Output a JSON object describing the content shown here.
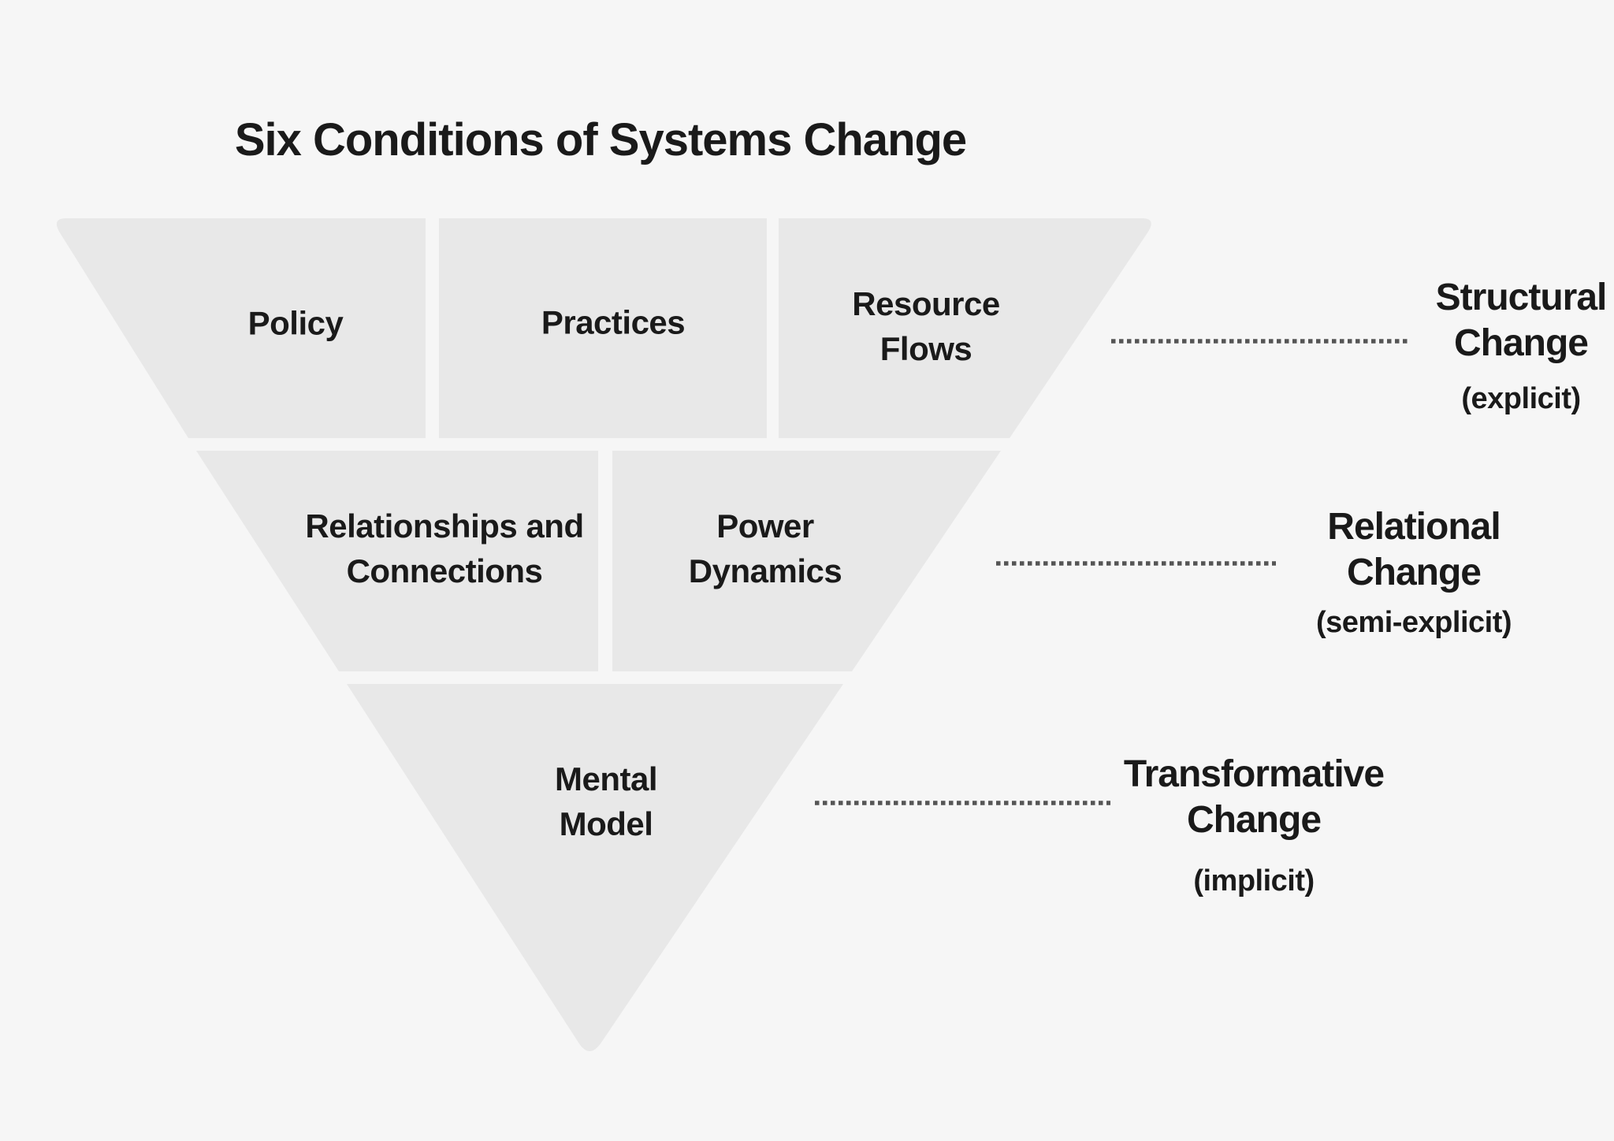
{
  "title": "Six Conditions of Systems Change",
  "colors": {
    "background": "#f6f6f6",
    "segment": "#e8e8e8",
    "text": "#1a1a1a",
    "dotted_line": "#555555"
  },
  "pyramid": {
    "rows": [
      {
        "segments": [
          {
            "label": "Policy"
          },
          {
            "label": "Practices"
          },
          {
            "label": "Resource\nFlows"
          }
        ]
      },
      {
        "segments": [
          {
            "label": "Relationships and\nConnections"
          },
          {
            "label": "Power\nDynamics"
          }
        ]
      },
      {
        "segments": [
          {
            "label": "Mental\nModel"
          }
        ]
      }
    ]
  },
  "annotations": [
    {
      "heading": "Structural\nChange",
      "qualifier": "(explicit)"
    },
    {
      "heading": "Relational\nChange",
      "qualifier": "(semi-explicit)"
    },
    {
      "heading": "Transformative\nChange",
      "qualifier": "(implicit)"
    }
  ]
}
